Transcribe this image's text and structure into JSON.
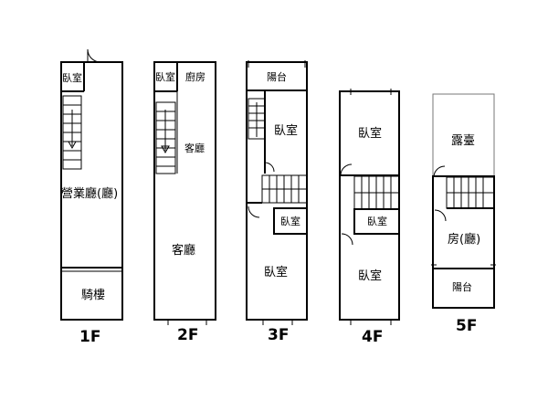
{
  "floors": [
    {
      "label": "1F",
      "rooms": {
        "bedroom": "臥室",
        "business_hall": "營業廳(廳)",
        "arcade": "騎樓"
      }
    },
    {
      "label": "2F",
      "rooms": {
        "bedroom": "臥室",
        "kitchen": "廚房",
        "living_room_upper": "客廳",
        "living_room_lower": "客廳"
      }
    },
    {
      "label": "3F",
      "rooms": {
        "balcony": "陽台",
        "bedroom_top": "臥室",
        "bedroom_small": "臥室",
        "bedroom_bottom": "臥室"
      }
    },
    {
      "label": "4F",
      "rooms": {
        "bedroom_top": "臥室",
        "bedroom_small": "臥室",
        "bedroom_bottom": "臥室"
      }
    },
    {
      "label": "5F",
      "rooms": {
        "terrace": "露臺",
        "room_hall": "房(廳)",
        "balcony": "陽台"
      }
    }
  ]
}
